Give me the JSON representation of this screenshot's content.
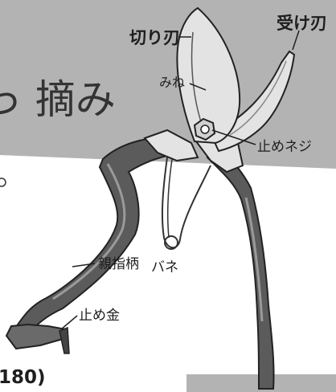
{
  "colors": {
    "band": "#b3b3b3",
    "handle": "#5b5b5b",
    "handle_dark": "#3d3d3d",
    "metal": "#e3e3e3",
    "outline": "#222222"
  },
  "heading_fragment": "っ 摘み",
  "bottom_fragment": "180)",
  "labels": {
    "cutting_blade": "切り刃",
    "receiving_blade": "受け刃",
    "spine": "みね",
    "stop_screw": "止めネジ",
    "thumb_handle": "親指柄",
    "spring": "バネ",
    "stopper": "止め金"
  }
}
